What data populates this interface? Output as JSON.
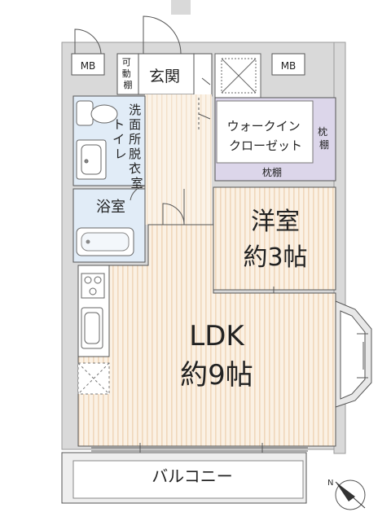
{
  "floorplan": {
    "mb_left": "MB",
    "mb_right": "MB",
    "movable_shelf": "可動棚",
    "entrance": "玄関",
    "washroom": "洗面所脱衣室",
    "toilet": "トイレ",
    "walkin_closet": "ウォークインクローゼット",
    "pillow_shelf_side": "枕棚",
    "pillow_shelf_bottom": "枕棚",
    "bathroom": "浴室",
    "western_room_name": "洋室",
    "western_room_size": "約3帖",
    "ldk_name": "LDK",
    "ldk_size": "約9帖",
    "balcony": "バルコニー"
  },
  "colors": {
    "wall": "#d9d9d9",
    "wall_stroke": "#9a9a9a",
    "floor_stripe": "#f2dcc2",
    "floor_base": "#fbf1e4",
    "wet_area": "#e1ecf7",
    "closet": "#dcd6ea",
    "line": "#444444"
  }
}
